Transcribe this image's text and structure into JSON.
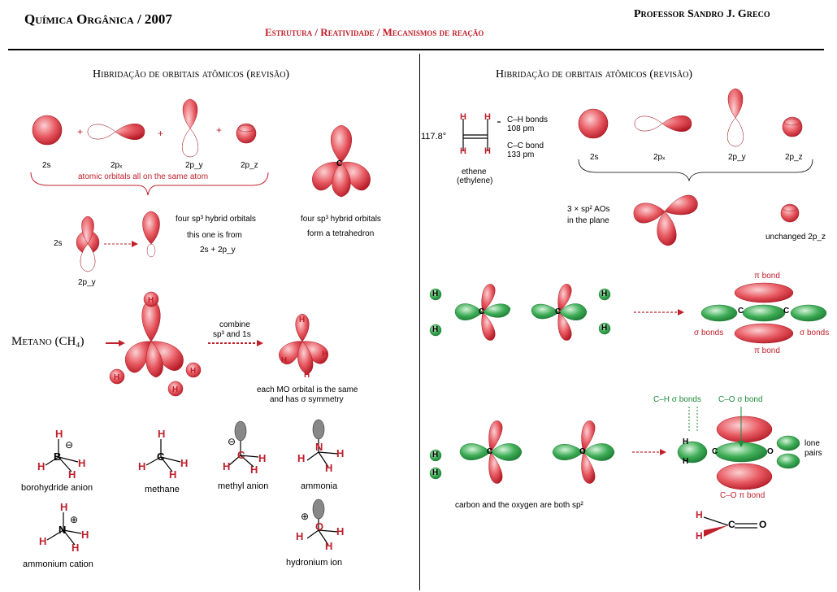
{
  "header": {
    "course": "Química Orgânica / 2007",
    "topics": "Estrutura / Reatividade / Mecanismos de reação",
    "professor": "Professor Sandro J. Greco"
  },
  "left": {
    "section_title": "Hibridação de orbitais atômicos (revisão)",
    "orbital_labels": [
      "2s",
      "2pₓ",
      "2p_y",
      "2p_z"
    ],
    "atomic_caption": "atomic orbitals all on the same atom",
    "four_sp3_text": [
      "four sp³ hybrid orbitals",
      "this one is from",
      "2s + 2p_y"
    ],
    "tetrahedron_text": [
      "four sp³ hybrid orbitals",
      "form a tetrahedron"
    ],
    "center_atom": "C",
    "label_2s": "2s",
    "label_2py": "2p_y",
    "metano_label": "Metano (CH₄)",
    "combine_text": [
      "combine",
      "sp³ and 1s"
    ],
    "mo_text": [
      "each MO orbital is the same",
      "and has σ symmetry"
    ],
    "h": "H",
    "b": "B",
    "n": "N",
    "o": "O",
    "minus": "⊖",
    "plus": "⊕",
    "molecule_names": [
      "borohydride anion",
      "methane",
      "methyl anion",
      "ammonia",
      "ammonium cation",
      "hydronium ion"
    ]
  },
  "right": {
    "section_title": "Hibridação de orbitais atômicos (revisão)",
    "ethene_angle": "117.8°",
    "ch_bonds": [
      "C–H bonds",
      "108 pm"
    ],
    "cc_bond": [
      "C–C bond",
      "133 pm"
    ],
    "ethene_name": [
      "ethene",
      "(ethylene)"
    ],
    "orbital_labels": [
      "2s",
      "2pₓ",
      "2p_y",
      "2p_z"
    ],
    "sp2_text": [
      "3 × sp² AOs",
      "in the plane"
    ],
    "unchanged": "unchanged 2p_z",
    "pi_bond": "π bond",
    "sigma_bonds": "σ bonds",
    "c": "C",
    "o": "O",
    "ch_sigma": "C–H σ bonds",
    "co_sigma": "C–O σ bond",
    "lone_pairs": [
      "lone",
      "pairs"
    ],
    "co_pi": "C–O π bond",
    "sp2_caption": "carbon and the oxygen are both sp²"
  },
  "colors": {
    "red": "#c0202b",
    "green": "#1e8c3a",
    "orbital_red": "#e04a52",
    "orbital_green": "#35a450"
  }
}
